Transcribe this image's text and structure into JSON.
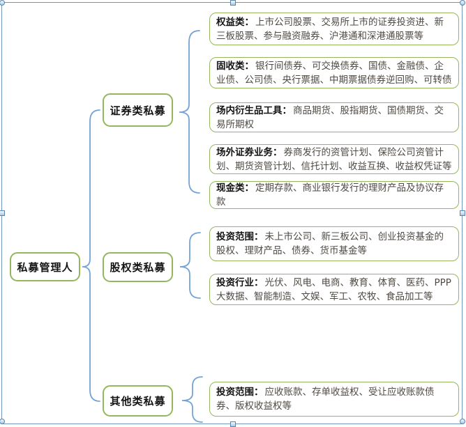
{
  "colors": {
    "box_border": "#94b75e",
    "brace": "#75a3d6",
    "selection_border": "#7096bd",
    "title_text": "#141414",
    "body_text": "#4f4a44"
  },
  "tree": {
    "root": {
      "label": "私募管理人"
    },
    "branches": [
      {
        "label": "证券类私募",
        "leaves": [
          {
            "title": "权益类：",
            "text": "上市公司股票、交易所上市的证券投资进、新三板股票、参与融资融券、沪港通和深港通股票等"
          },
          {
            "title": "固收类：",
            "text": "银行间债券、可交换债券、国债、金融债、企业债、公司债、央行票据、中期票据债券逆回购、可转债"
          },
          {
            "title": "场内衍生品工具：",
            "text": "商品期货、股指期货、国债期货、交易所期权"
          },
          {
            "title": "场外证券业务：",
            "text": "券商发行的资管计划、保险公司资管计划、期货资管计划、信托计划、收益互换、收益权凭证等"
          },
          {
            "title": "现金类：",
            "text": "定期存款、商业银行发行的理财产品及协议存款"
          }
        ]
      },
      {
        "label": "股权类私募",
        "leaves": [
          {
            "title": "投资范围：",
            "text": "未上市公司、新三板公司、创业投资基金的股权、理财产品、债券、货币基金等"
          },
          {
            "title": "投资行业：",
            "text": "光伏、风电、电商、教育、体育、医药、PPP大数据、智能制造、文娱、军工、农牧、食品加工等"
          }
        ]
      },
      {
        "label": "其他类私募",
        "leaves": [
          {
            "title": "投资范围：",
            "text": "应收账款、存单收益权、受让应收账款债券、版权收益权等"
          }
        ]
      }
    ]
  }
}
